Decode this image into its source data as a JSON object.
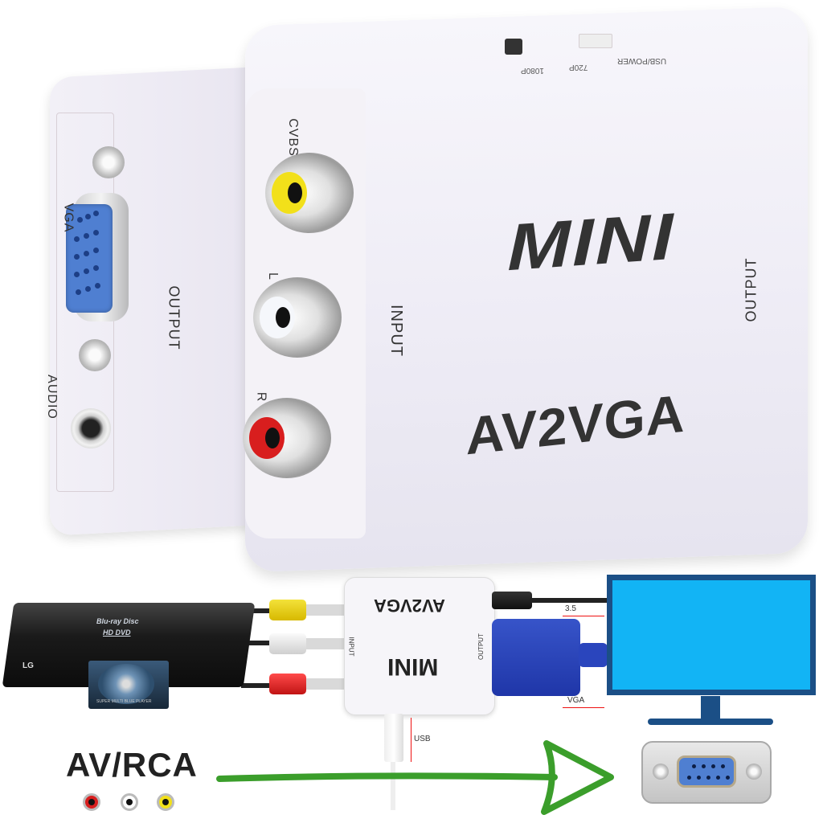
{
  "product": {
    "name": "AV2VGA",
    "badge": "MINI",
    "back_unit": {
      "port_vga_label": "VGA",
      "port_audio_label": "AUDIO",
      "side_label": "OUTPUT"
    },
    "front_unit": {
      "side_label_input": "INPUT",
      "side_label_output": "OUTPUT",
      "rca_labels": [
        "CVBS",
        "L",
        "R"
      ],
      "top_labels": [
        "1080P",
        "720P",
        "USB/POWER"
      ]
    }
  },
  "diagram": {
    "source_device": {
      "brand": "LG",
      "logo_lines": [
        "Blu-ray Disc",
        "HD DVD"
      ],
      "tray_label": "SUPER MULTI BLUE PLAYER"
    },
    "adapter": {
      "title": "AV2VGA",
      "badge": "MINI",
      "input_label": "INPUT",
      "output_label": "OUTPUT"
    },
    "cable_labels": {
      "audio": "3.5",
      "video": "VGA",
      "power": "USB"
    },
    "legend_title": "AV/RCA",
    "rca_colors": [
      "#d81e1e",
      "#ffffff",
      "#f2e01a"
    ],
    "colors": {
      "monitor_screen": "#12b4f5",
      "monitor_frame": "#1b4f86",
      "arrow": "#3b9e2b",
      "vga_blue": "#2a45bd"
    }
  }
}
